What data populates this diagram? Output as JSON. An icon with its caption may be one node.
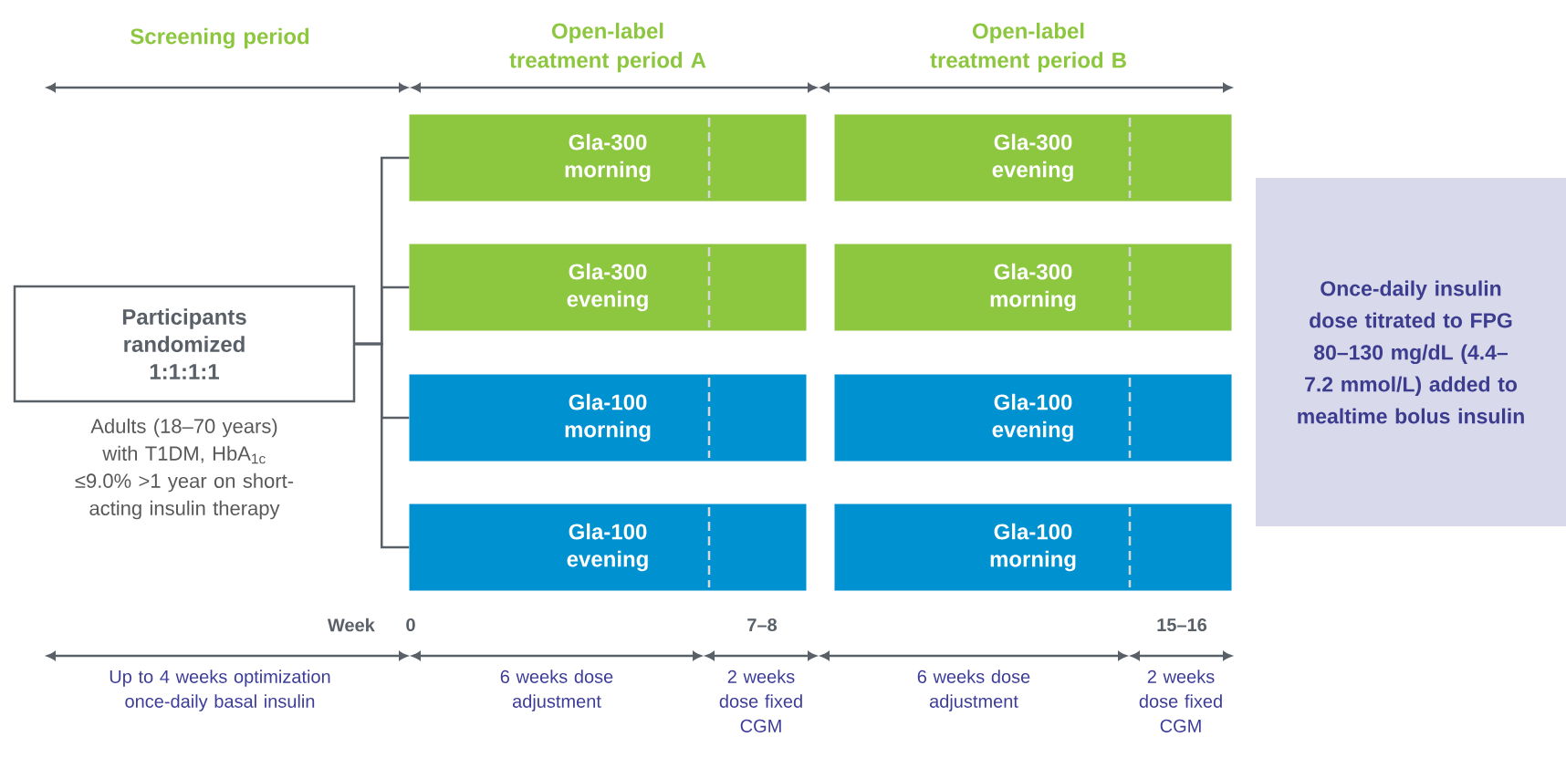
{
  "diagram": {
    "nodes": [
      {
        "text": [
          "Participants randomized 1:1:1:1"
        ],
        "beside": [
          "Adults (18–70 years) with T1DM, HbA$_{1c}$ ≤9.0% >1 year on short-acting insulin therapy"
        ]
      },
      {
        "text": [
          "Gla-300 morning"
        ]
      },
      {
        "text": [
          "Gla-300 evening"
        ]
      },
      {
        "text": [
          "Gla-100 morning"
        ]
      },
      {
        "text": [
          "Gla-100 evening"
        ]
      },
      {
        "text": [
          "Gla-300 evening"
        ]
      },
      {
        "text": [
          "Gla-300 morning"
        ]
      },
      {
        "text": [
          "Gla-100 evening"
        ]
      },
      {
        "text": [
          "Gla-100 morning"
        ]
      },
      {
        "text": [
          "Once-daily insulin dose titrated to FPG 80–130 mg/dL (4.4–7.2 mmol/L) added to mealtime bolus insulin"
        ]
      }
    ],
    "edges": [
      {
        "from": 0,
        "to": 1,
        "arrow": "none"
      },
      {
        "from": 0,
        "to": 2,
        "arrow": "none"
      },
      {
        "from": 0,
        "to": 3,
        "arrow": "none"
      },
      {
        "from": 0,
        "to": 4,
        "arrow": "none"
      }
    ],
    "labels": [
      "Screening period",
      "Open-label treatment period A",
      "Open-label treatment period B",
      "Week",
      "0",
      "7–8",
      "15–16",
      "Up to 4 weeks optimization once-daily basal insulin",
      "6 weeks dose adjustment",
      "2 weeks dose fixed CGM",
      "6 weeks dose adjustment",
      "2 weeks dose fixed CGM"
    ]
  }
}
